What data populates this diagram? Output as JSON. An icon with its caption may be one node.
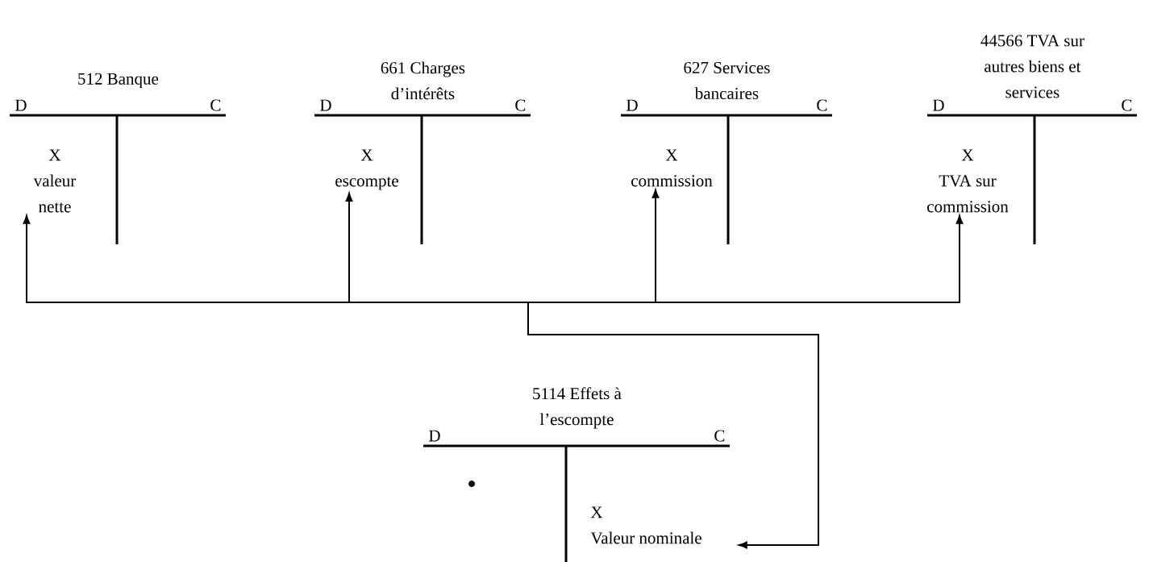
{
  "diagram": {
    "nodes": [
      {
        "text": [
          "512 Banque",
          "D",
          "C"
        ]
      },
      {
        "text": [
          "X",
          "valeur nette"
        ],
        "in": 0
      },
      {
        "text": [
          "661 Charges d’intérêts",
          "D",
          "C"
        ]
      },
      {
        "text": [
          "X",
          "escompte"
        ],
        "in": 2
      },
      {
        "text": [
          "627 Services bancaires",
          "D",
          "C"
        ]
      },
      {
        "text": [
          "X",
          "commission"
        ],
        "in": 4
      },
      {
        "text": [
          "44566 TVA sur autres biens et services",
          "D",
          "C"
        ]
      },
      {
        "text": [
          "X",
          "TVA sur commission"
        ],
        "in": 6
      },
      {
        "text": [
          "5114 Effets à l’escompte",
          "D",
          "C"
        ]
      },
      {
        "text": [
          "X",
          "Valeur nominale"
        ],
        "in": 8
      }
    ],
    "edges": [
      {
        "from": 9,
        "to": 1,
        "arrow": "both"
      },
      {
        "from": 9,
        "to": 3,
        "arrow": "both"
      },
      {
        "from": 9,
        "to": 5,
        "arrow": "both"
      },
      {
        "from": 9,
        "to": 7,
        "arrow": "both"
      }
    ]
  }
}
